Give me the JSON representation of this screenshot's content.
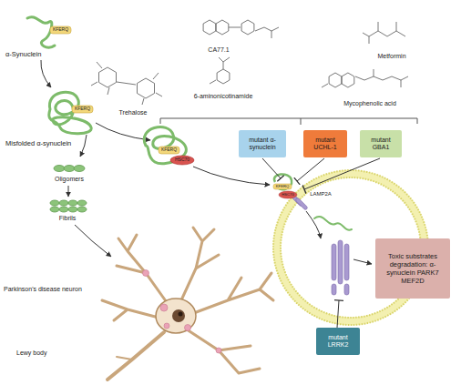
{
  "diagram": {
    "nodes": [
      {
        "text": [
          "mutant α-synuclein"
        ]
      },
      {
        "text": [
          "mutant UCHL-1"
        ]
      },
      {
        "text": [
          "mutant GBA1"
        ]
      },
      {
        "text": [
          "Toxic substrates degradation: α-synuclein PARK7 MEF2D"
        ]
      },
      {
        "text": [
          "mutant LRRK2"
        ]
      }
    ],
    "labels": [
      "α-Synuclein",
      "KFERQ",
      "CA77.1",
      "Metformin",
      "6-aminonicotinamide",
      "Trehalose",
      "Mycophenolic acid",
      "KFERQ",
      "Misfolded α-synuclein",
      "KFERQ",
      "HSC70",
      "KFERQ",
      "HSC70",
      "LAMP2A",
      "Oligomers",
      "Fibrils",
      "Parkinson's disease neuron",
      "Lewy body"
    ]
  }
}
